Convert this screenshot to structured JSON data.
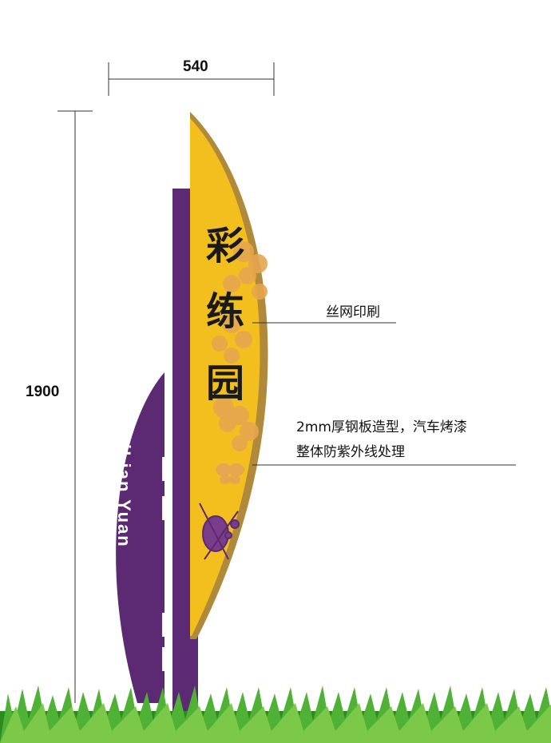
{
  "dimensions": {
    "width_label": "540",
    "height_label": "1900"
  },
  "sign": {
    "title_chars": [
      "彩",
      "练",
      "园"
    ],
    "vertical_text": "CaiLian Yuan",
    "colors": {
      "purple": "#5b2a72",
      "yellow": "#f3bf1e",
      "edge": "#b08a3a",
      "flower": "#e6a64f",
      "grass": "#3f9b2a"
    }
  },
  "annotations": {
    "note_1": "丝网印刷",
    "note_2_line1": "2mm厚钢板造型，汽车烤漆",
    "note_2_line2": "整体防紫外线处理"
  },
  "icons": [
    "violin-icon",
    "butterfly-icon",
    "flower-icon"
  ]
}
